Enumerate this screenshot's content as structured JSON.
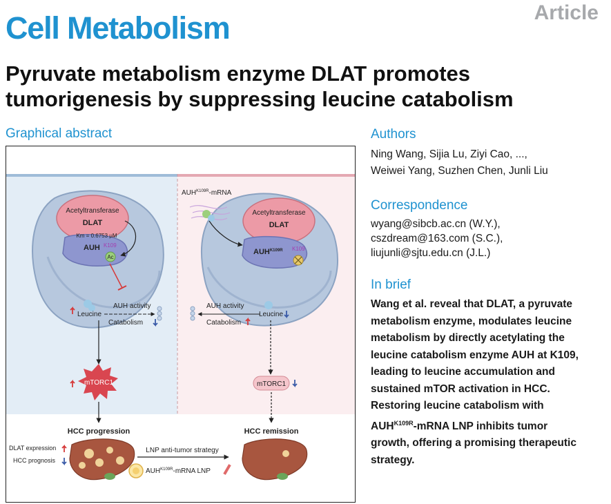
{
  "header": {
    "journal": "Cell Metabolism",
    "article_type": "Article",
    "title": "Pyruvate metabolism enzyme DLAT promotes tumorigenesis by suppressing leucine catabolism"
  },
  "graphical_abstract": {
    "heading": "Graphical abstract",
    "left": {
      "enzyme": "Acetyltransferase",
      "dlat": "DLAT",
      "km": "Km = 0.6753 μM",
      "auh": "AUH",
      "site": "K109",
      "ac": "Ac",
      "leucine": "Leucine",
      "auh_activity": "AUH activity",
      "catabolism": "Catabolism",
      "mtorc1": "mTORC1",
      "outcome": "HCC progression",
      "dlat_expression": "DLAT expression",
      "hcc_prognosis": "HCC prognosis"
    },
    "right": {
      "mrna_base": "AUH",
      "mrna_sup": "K109R",
      "mrna_suffix": "-mRNA",
      "enzyme": "Acetyltransferase",
      "dlat": "DLAT",
      "auh": "AUH",
      "auh_sup": "K109R",
      "site": "K109",
      "leucine": "Leucine",
      "auh_activity": "AUH activity",
      "catabolism": "Catabolism",
      "mtorc1": "mTORC1",
      "outcome": "HCC remission"
    },
    "strategy": "LNP anti-tumor strategy",
    "lnp_base": "AUH",
    "lnp_sup": "K109R",
    "lnp_suffix": "-mRNA LNP"
  },
  "authors": {
    "heading": "Authors",
    "line1": "Ning Wang, Sijia Lu, Ziyi Cao, ...,",
    "line2": "Weiwei Yang, Suzhen Chen, Junli Liu"
  },
  "correspondence": {
    "heading": "Correspondence",
    "emails": [
      "wyang@sibcb.ac.cn (W.Y.),",
      "cszdream@163.com (S.C.),",
      "liujunli@sjtu.edu.cn (J.L.)"
    ]
  },
  "in_brief": {
    "heading": "In brief",
    "lines": [
      "Wang et al. reveal that DLAT, a pyruvate",
      "metabolism enzyme, modulates leucine",
      "metabolism by directly acetylating the",
      "leucine catabolism enzyme AUH at K109,",
      "leading to leucine accumulation and",
      "sustained mTOR activation in HCC.",
      "Restoring leucine catabolism with"
    ],
    "lnp_base": "AUH",
    "lnp_sup": "K109R",
    "lnp_rest": "-mRNA LNP inhibits tumor",
    "lines_end": [
      "growth, offering a promising therapeutic",
      "strategy."
    ]
  },
  "colors": {
    "brand": "#1f92d0",
    "left_panel_bg": "#e3edf6",
    "right_panel_bg": "#fbeef0",
    "up_arrow": "#d63a3a",
    "down_arrow": "#3a5ba8"
  }
}
